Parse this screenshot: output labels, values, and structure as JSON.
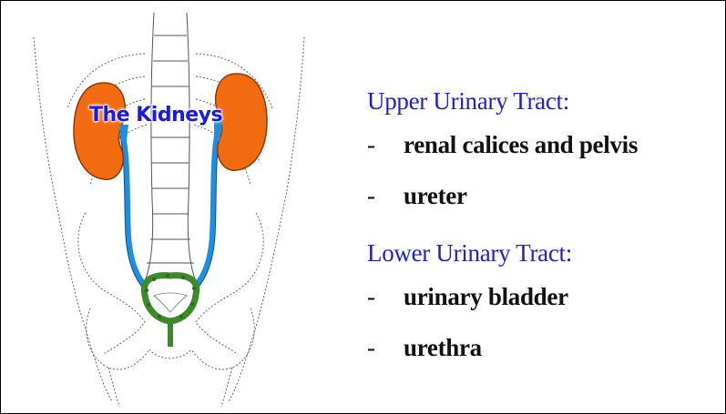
{
  "figure": {
    "kidneys_label": "The Kidneys",
    "colors": {
      "kidney": "#f26b10",
      "ureter": "#1e8fe0",
      "bladder": "#3c8a2a",
      "outline": "#666666"
    }
  },
  "upper_tract": {
    "heading": "Upper Urinary Tract:",
    "items": [
      {
        "dash": "-",
        "text": "renal calices and pelvis"
      },
      {
        "dash": "-",
        "text": "ureter"
      }
    ]
  },
  "lower_tract": {
    "heading": "Lower Urinary Tract:",
    "items": [
      {
        "dash": "-",
        "text": "urinary bladder"
      },
      {
        "dash": "-",
        "text": "urethra"
      }
    ]
  },
  "colors": {
    "heading_blue": "#1f1fd6",
    "label_blue": "#1a1ae6",
    "text": "#111111"
  }
}
